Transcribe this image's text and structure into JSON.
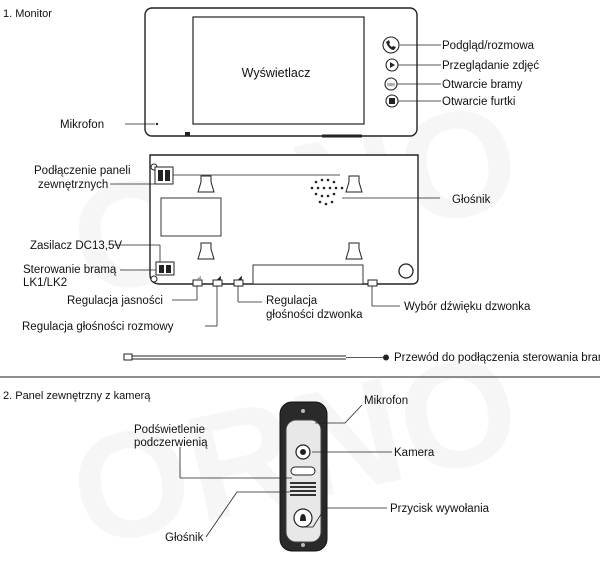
{
  "section1": {
    "title": "1. Monitor",
    "display_label": "Wyświetlacz",
    "labels": {
      "podglad": "Podgląd/rozmowa",
      "przegladanie": "Przeglądanie zdjęć",
      "otwarcie_bramy": "Otwarcie bramy",
      "otwarcie_furtki": "Otwarcie furtki",
      "mikrofon": "Mikrofon",
      "podlaczenie_1": "Podłączenie paneli",
      "podlaczenie_2": "zewnętrznych",
      "glosnik": "Głośnik",
      "zasilacz": "Zasilacz DC13,5V",
      "sterowanie_1": "Sterowanie bramą",
      "sterowanie_2": "LK1/LK2",
      "reg_jasnosci": "Regulacja jasności",
      "reg_glosnosci_rozmowy": "Regulacja głośności rozmowy",
      "reg_dzwonka_1": "Regulacja",
      "reg_dzwonka_2": "głośności dzwonka",
      "wybor_dzwieku": "Wybór dźwięku dzwonka",
      "przewod": "Przewód do podłączenia sterowania bramą"
    }
  },
  "section2": {
    "title": "2. Panel zewnętrzny z kamerą",
    "labels": {
      "mikrofon": "Mikrofon",
      "podswietlenie_1": "Podświetlenie",
      "podswietlenie_2": "podczerwienią",
      "kamera": "Kamera",
      "przycisk": "Przycisk wywołania",
      "glosnik": "Głośnik"
    }
  },
  "watermark": "ORNO",
  "icons": [
    "talk-icon",
    "play-icon",
    "gate-icon",
    "door-icon",
    "bell-icon"
  ]
}
